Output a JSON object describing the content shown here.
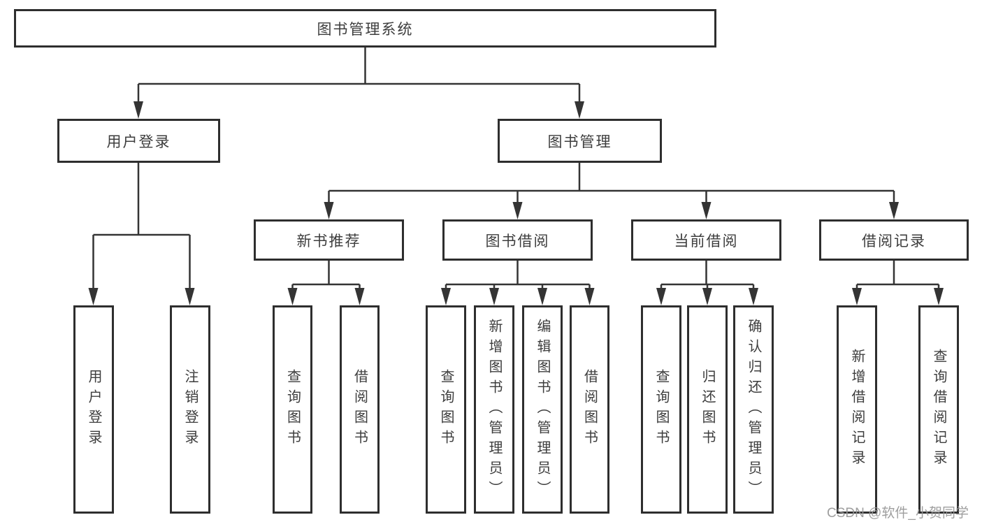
{
  "colors": {
    "box_border": "#2e2e2e",
    "line": "#343434",
    "text": "#3d3d3d",
    "background": "#ffffff",
    "watermark": "#969696"
  },
  "watermark": {
    "text": "CSDN @软件_小贺同学"
  },
  "tree": {
    "label": "图书管理系统",
    "children": [
      {
        "label": "用户登录",
        "children": [
          {
            "label": "用户登录"
          },
          {
            "label": "注销登录"
          }
        ]
      },
      {
        "label": "图书管理",
        "children": [
          {
            "label": "新书推荐",
            "children": [
              {
                "label": "查询图书"
              },
              {
                "label": "借阅图书"
              }
            ]
          },
          {
            "label": "图书借阅",
            "children": [
              {
                "label": "查询图书"
              },
              {
                "label": "新增图书（管理员）"
              },
              {
                "label": "编辑图书（管理员）"
              },
              {
                "label": "借阅图书"
              }
            ]
          },
          {
            "label": "当前借阅",
            "children": [
              {
                "label": "查询图书"
              },
              {
                "label": "归还图书"
              },
              {
                "label": "确认归还（管理员）"
              }
            ]
          },
          {
            "label": "借阅记录",
            "children": [
              {
                "label": "新增借阅记录"
              },
              {
                "label": "查询借阅记录"
              }
            ]
          }
        ]
      }
    ]
  }
}
